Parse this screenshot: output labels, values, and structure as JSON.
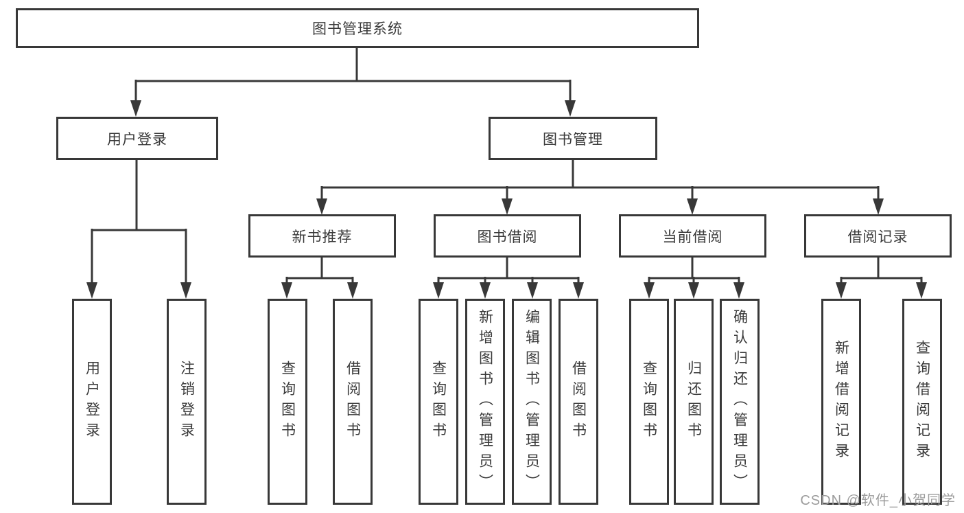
{
  "diagram": {
    "title": "图书管理系统",
    "nodes": {
      "root": {
        "id": "library-management-system",
        "label": "图书管理系统"
      },
      "level1": [
        {
          "id": "user-login",
          "label": "用户登录",
          "parent": "library-management-system"
        },
        {
          "id": "book-management",
          "label": "图书管理",
          "parent": "library-management-system"
        }
      ],
      "level2": [
        {
          "id": "new-book-recommend",
          "label": "新书推荐",
          "parent": "book-management"
        },
        {
          "id": "book-borrow",
          "label": "图书借阅",
          "parent": "book-management"
        },
        {
          "id": "current-borrow",
          "label": "当前借阅",
          "parent": "book-management"
        },
        {
          "id": "borrow-records",
          "label": "借阅记录",
          "parent": "book-management"
        }
      ],
      "leaves": [
        {
          "id": "user-login-action",
          "label": "用户登录",
          "parent": "user-login"
        },
        {
          "id": "logout-action",
          "label": "注销登录",
          "parent": "user-login"
        },
        {
          "id": "query-books-recommend",
          "label": "查询图书",
          "parent": "new-book-recommend"
        },
        {
          "id": "borrow-book-recommend",
          "label": "借阅图书",
          "parent": "new-book-recommend"
        },
        {
          "id": "query-books-borrow",
          "label": "查询图书",
          "parent": "book-borrow"
        },
        {
          "id": "add-book-admin",
          "label": "新增图书（管理员）",
          "parent": "book-borrow"
        },
        {
          "id": "edit-book-admin",
          "label": "编辑图书（管理员）",
          "parent": "book-borrow"
        },
        {
          "id": "borrow-book",
          "label": "借阅图书",
          "parent": "book-borrow"
        },
        {
          "id": "query-books-current",
          "label": "查询图书",
          "parent": "current-borrow"
        },
        {
          "id": "return-book",
          "label": "归还图书",
          "parent": "current-borrow"
        },
        {
          "id": "confirm-return-admin",
          "label": "确认归还（管理员）",
          "parent": "current-borrow"
        },
        {
          "id": "add-borrow-record",
          "label": "新增借阅记录",
          "parent": "borrow-records"
        },
        {
          "id": "query-borrow-record",
          "label": "查询借阅记录",
          "parent": "borrow-records"
        }
      ]
    }
  },
  "watermark": {
    "text": "CSDN @软件_小贺同学"
  },
  "colors": {
    "line": "#383838",
    "border": "#383838",
    "text": "#3a3a3a",
    "watermark": "#9c9c9c",
    "background": "#ffffff"
  }
}
